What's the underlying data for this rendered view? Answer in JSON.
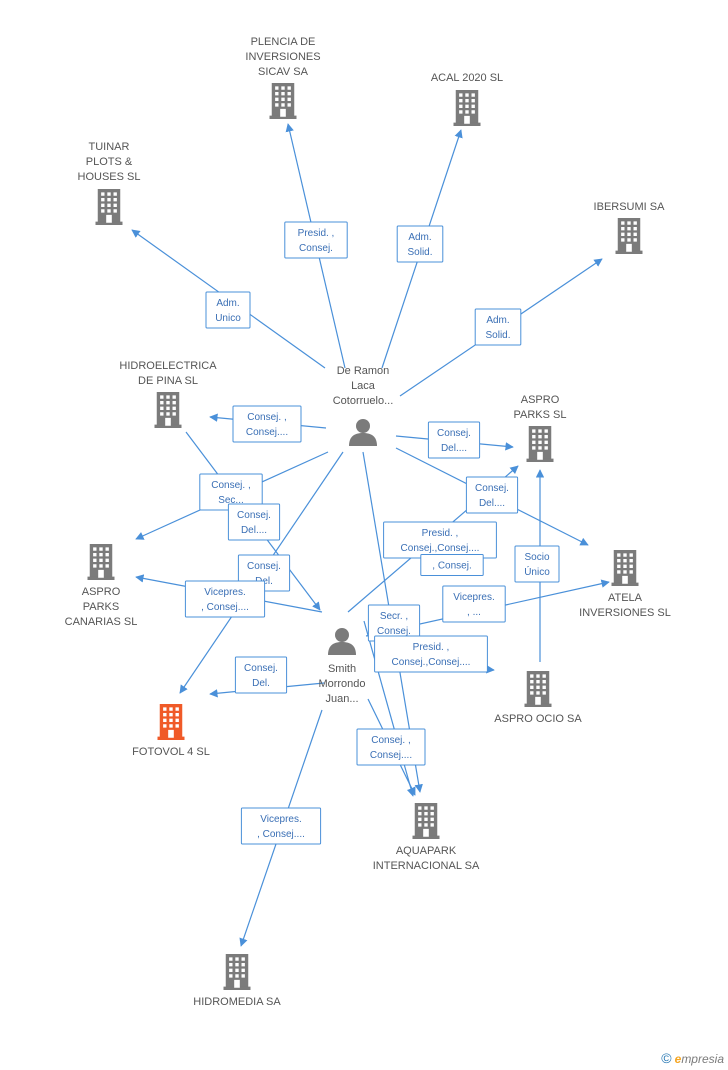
{
  "colors": {
    "edge": "#4a90d9",
    "company": "#7b7b7b",
    "highlight": "#f05a28",
    "person": "#7b7b7b"
  },
  "persons": [
    {
      "id": "p1",
      "icon": "person-icon",
      "lines": [
        "De Ramon",
        "Laca",
        "Cotorruelo..."
      ]
    },
    {
      "id": "p2",
      "icon": "person-icon",
      "lines": [
        "Smith",
        "Morrondo",
        "Juan..."
      ]
    }
  ],
  "companies": [
    {
      "id": "c_plencia",
      "icon": "building-icon",
      "lines": [
        "PLENCIA DE",
        "INVERSIONES",
        "SICAV SA"
      ]
    },
    {
      "id": "c_acal",
      "icon": "building-icon",
      "lines": [
        "ACAL 2020 SL"
      ]
    },
    {
      "id": "c_tuinar",
      "icon": "building-icon",
      "lines": [
        "TUINAR",
        "PLOTS &",
        "HOUSES SL"
      ]
    },
    {
      "id": "c_ibersumi",
      "icon": "building-icon",
      "lines": [
        "IBERSUMI SA"
      ]
    },
    {
      "id": "c_hidro",
      "icon": "building-icon",
      "lines": [
        "HIDROELECTRICA",
        "DE PINA SL"
      ]
    },
    {
      "id": "c_asproparks",
      "icon": "building-icon",
      "lines": [
        "ASPRO",
        "PARKS SL"
      ]
    },
    {
      "id": "c_canarias",
      "icon": "building-icon",
      "lines": [
        "ASPRO",
        "PARKS",
        "CANARIAS SL"
      ]
    },
    {
      "id": "c_atela",
      "icon": "building-icon",
      "lines": [
        "ATELA",
        "INVERSIONES SL"
      ]
    },
    {
      "id": "c_fotovol",
      "icon": "building-icon",
      "highlight": true,
      "lines": [
        "FOTOVOL 4 SL"
      ]
    },
    {
      "id": "c_asproocio",
      "icon": "building-icon",
      "lines": [
        "ASPRO OCIO SA"
      ]
    },
    {
      "id": "c_aquapark",
      "icon": "building-icon",
      "lines": [
        "AQUAPARK",
        "INTERNACIONAL SA"
      ]
    },
    {
      "id": "c_hidromedia",
      "icon": "building-icon",
      "lines": [
        "HIDROMEDIA SA"
      ]
    }
  ],
  "edges": [
    {
      "lines": [
        "Presid. ,",
        "Consej."
      ]
    },
    {
      "lines": [
        "Adm.",
        "Solid."
      ]
    },
    {
      "lines": [
        "Adm.",
        "Unico"
      ]
    },
    {
      "lines": [
        "Adm.",
        "Solid."
      ]
    },
    {
      "lines": [
        "Consej. ,",
        "Consej...."
      ]
    },
    {
      "lines": [
        "Consej.",
        "Del...."
      ]
    },
    {
      "lines": [
        "Consej. ,",
        "Sec..."
      ]
    },
    {
      "lines": [
        "Consej.",
        "Del...."
      ]
    },
    {
      "lines": [
        "Consej.",
        "Del...."
      ]
    },
    {
      "lines": [
        "Presid. ,",
        "Consej.,Consej...."
      ]
    },
    {
      "lines": [
        ", Consej."
      ]
    },
    {
      "lines": [
        "Consej.",
        "Del."
      ]
    },
    {
      "lines": [
        "Vicepres.",
        ", Consej...."
      ]
    },
    {
      "lines": [
        "Socio",
        "Único"
      ]
    },
    {
      "lines": [
        "Vicepres.",
        ", ..."
      ]
    },
    {
      "lines": [
        "Secr. ,",
        "Consej."
      ]
    },
    {
      "lines": [
        "Presid. ,",
        "Consej.,Consej...."
      ]
    },
    {
      "lines": [
        "Consej.",
        "Del."
      ]
    },
    {
      "lines": [
        "Consej. ,",
        "Consej...."
      ]
    },
    {
      "lines": [
        "Vicepres.",
        ", Consej...."
      ]
    }
  ],
  "footer": {
    "copyright": "©",
    "brand_initial": "e",
    "brand_rest": "mpresia"
  }
}
